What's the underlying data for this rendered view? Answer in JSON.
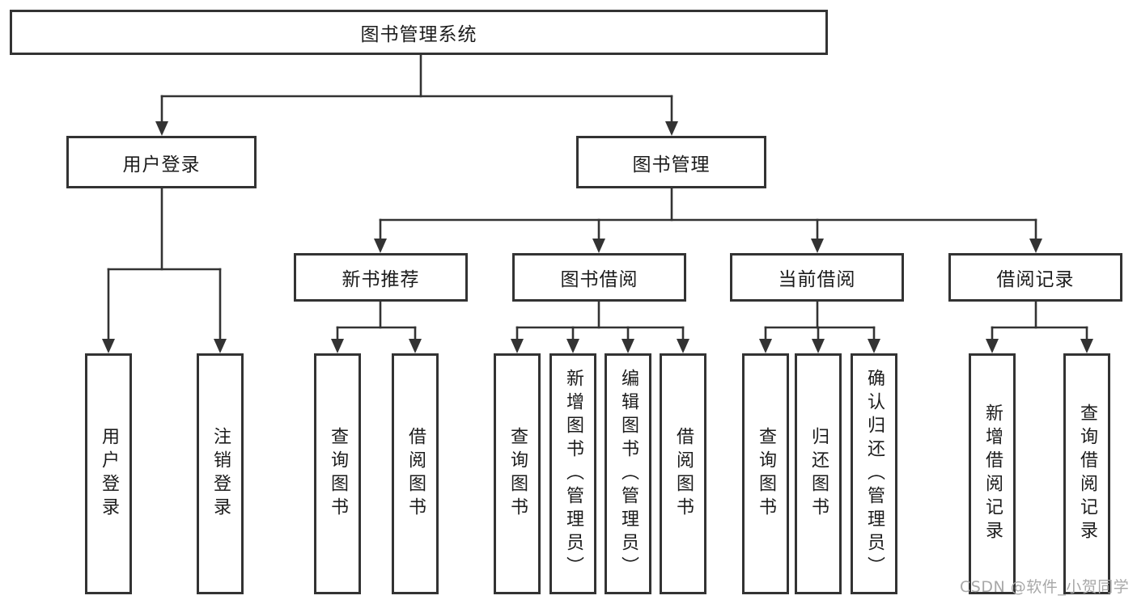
{
  "tree": {
    "label": "图书管理系统",
    "children": [
      {
        "label": "用户登录",
        "children": [
          {
            "label": "用户登录"
          },
          {
            "label": "注销登录"
          }
        ]
      },
      {
        "label": "图书管理",
        "children": [
          {
            "label": "新书推荐",
            "children": [
              {
                "label": "查询图书"
              },
              {
                "label": "借阅图书"
              }
            ]
          },
          {
            "label": "图书借阅",
            "children": [
              {
                "label": "查询图书"
              },
              {
                "label": "新增图书（管理员）"
              },
              {
                "label": "编辑图书（管理员）"
              },
              {
                "label": "借阅图书"
              }
            ]
          },
          {
            "label": "当前借阅",
            "children": [
              {
                "label": "查询图书"
              },
              {
                "label": "归还图书"
              },
              {
                "label": "确认归还（管理员）"
              }
            ]
          },
          {
            "label": "借阅记录",
            "children": [
              {
                "label": "新增借阅记录"
              },
              {
                "label": "查询借阅记录"
              }
            ]
          }
        ]
      }
    ]
  },
  "watermark": "CSDN @软件_小贺同学",
  "colors": {
    "background": "#ffffff",
    "box_border": "#333333",
    "connector_line": "#333333",
    "text": "#1c1c1c",
    "watermark_text": "#a8a8a8"
  }
}
